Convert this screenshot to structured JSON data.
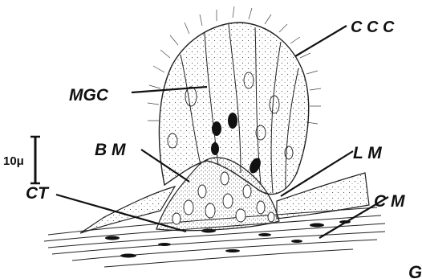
{
  "figure": {
    "labels": {
      "ccc": "C C C",
      "mgc": "MGC",
      "bm": "B M",
      "lm": "L M",
      "ct": "CT",
      "cm": "C M",
      "corner": "G"
    },
    "scale_bar": {
      "label": "10μ"
    }
  }
}
